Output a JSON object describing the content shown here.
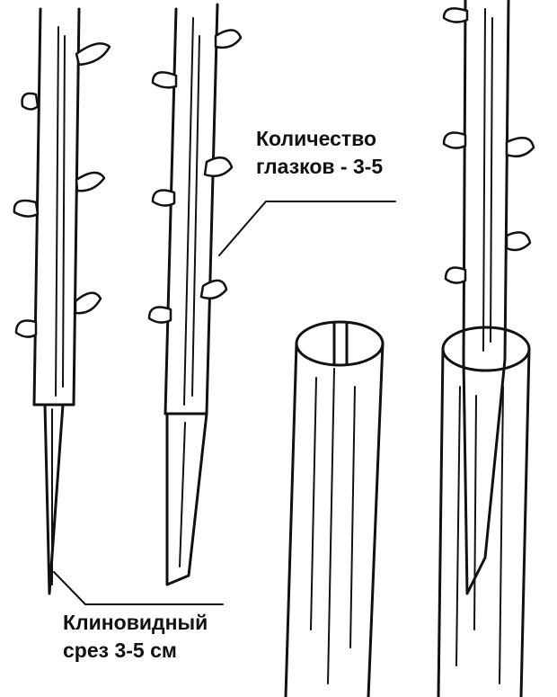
{
  "labels": {
    "bud_count_line1": "Количество",
    "bud_count_line2": "глазков - 3-5",
    "cut_line1": "Клиновидный",
    "cut_line2": "срез 3-5 см"
  }
}
